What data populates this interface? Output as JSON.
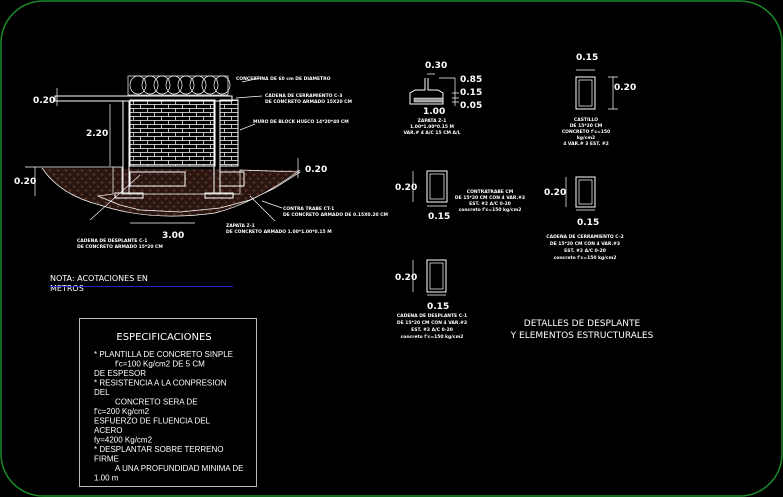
{
  "colors": {
    "background": "#000000",
    "frame": "#1a8a2a",
    "lines": "#ffffff",
    "soil": "#4a2a20",
    "note_underline": "#2020d0",
    "spec_box": "#bbbbbb"
  },
  "wall_section": {
    "concertina": "CONCERTINA DE 60 cm DE DIAMETRO",
    "cadena_c3": [
      "CADENA DE CERRAMIENTO C-3",
      "DE CONCRETO ARMADO 15X20 CM"
    ],
    "muro": "MURO DE BLOCK HUECO 14*20*40 CM",
    "contratrabe": [
      "CONTRA TRABE CT-1",
      "DE CONCRETO ARMADO DE 0.15X0.20 CM"
    ],
    "zapata": [
      "ZAPATA Z-1",
      "DE CONCRETO ARMADO 1.00*1.00*0.15 M"
    ],
    "cadena_c1": [
      "CADENA DE DESPLANTE C-1",
      "DE CONCRETO ARMADO 15*20 CM"
    ],
    "dims": {
      "top": "0.20",
      "height": "2.20",
      "left_soil": "0.20",
      "right": "0.20",
      "width": "3.00"
    }
  },
  "zapata_detail": {
    "dims": {
      "neck": "0.30",
      "h1": "0.85",
      "h2": "0.15",
      "h3": "0.05",
      "base": "1.00"
    },
    "labels": [
      "ZAPATA Z-1",
      "1.00*1.00*0.15 M",
      "VAR.# 4 A/C 15 CM A/L"
    ]
  },
  "castillo": {
    "dims": {
      "w": "0.15",
      "h": "0.20"
    },
    "labels": [
      "CASTILLO",
      "DE 15*20 CM",
      "CONCRETO f'c=150",
      "kg/cm2",
      "4 VAR.# 3 EST. #2"
    ]
  },
  "contratrabe": {
    "dims": {
      "w": "0.15",
      "h": "0.20"
    },
    "labels": [
      "CONTRATRABE CM",
      "DE 15*20 CM CON 4 VAR.#3",
      "EST. #2 A/C 0-20",
      "concreto f'c=150 kg/cm2"
    ]
  },
  "cadena_c2": {
    "dims": {
      "w": "0.15",
      "h": "0.20"
    },
    "labels": [
      "CADENA DE CERRAMIENTO C-2",
      "DE 15*20 CM CON 4 VAR.#3",
      "EST. #2 A/C 0-20",
      "concreto f'c=150 kg/cm2"
    ]
  },
  "cadena_c1": {
    "dims": {
      "w": "0.15",
      "h": "0.20"
    },
    "labels": [
      "CADENA DE DESPLANTE C-1",
      "DE 15*20 CM CON 4 VAR.#3",
      "EST. #2 A/C 0-20",
      "concreto f'c=150 kg/cm2"
    ]
  },
  "title": [
    "DETALLES DE DESPLANTE",
    "Y ELEMENTOS ESTRUCTURALES"
  ],
  "note": [
    "NOTA:   ACOTACIONES  EN",
    "METROS"
  ],
  "specs": {
    "heading": "ESPECIFICACIONES",
    "lines": [
      "*   PLANTILLA DE CONCRETO SINPLE",
      "f'c=100  Kg/cm2  DE  5  CM",
      "DE  ESPESOR",
      "*   RESISTENCIA  A  LA  CONPRESION",
      "DEL",
      "CONCRETO  SERA  DE",
      "f'c=200 Kg/cm2",
      "ESFUERZO DE  FLUENCIA  DEL",
      "ACERO",
      "*   DESPLANTAR SOBRE  TERRENO",
      "fy=4200 Kg/cm2",
      "FIRME",
      "A  UNA  PROFUNDIDAD  MINIMA  DE",
      "1.00  m"
    ]
  }
}
